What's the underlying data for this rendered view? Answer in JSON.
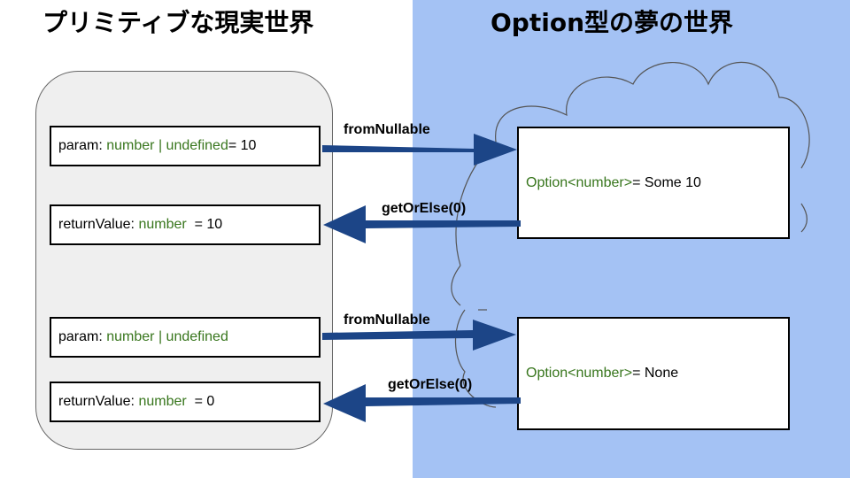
{
  "titles": {
    "left": "プリミティブな現実世界",
    "right": "Option型の夢の世界"
  },
  "examples": [
    {
      "param": {
        "name": "param:",
        "type": "number | undefined",
        "suffix": " = 10"
      },
      "return": {
        "name": "returnValue:",
        "type": "number",
        "suffix": "  = 10"
      },
      "option": {
        "type": "Option<number>",
        "suffix": " = Some 10"
      },
      "forward_label": "fromNullable",
      "backward_label": "getOrElse(0)"
    },
    {
      "param": {
        "name": "param:",
        "type": "number | undefined",
        "suffix": ""
      },
      "return": {
        "name": "returnValue:",
        "type": "number",
        "suffix": "  = 0"
      },
      "option": {
        "type": "Option<number>",
        "suffix": " = None"
      },
      "forward_label": "fromNullable",
      "backward_label": "getOrElse(0)"
    }
  ],
  "colors": {
    "right_background": "#a4c2f4",
    "left_panel": "#efefef",
    "type_text": "#38761d",
    "arrow": "#1c4587"
  }
}
